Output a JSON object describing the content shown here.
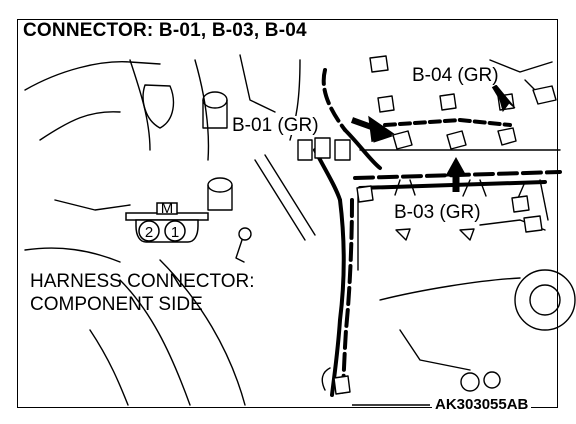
{
  "title": "CONNECTOR: B-01, B-03, B-04",
  "callouts": {
    "b04": "B-04 (GR)",
    "b01": "B-01 (GR)",
    "b03": "B-03 (GR)"
  },
  "harness_note": {
    "line1": "HARNESS CONNECTOR:",
    "line2": "COMPONENT SIDE"
  },
  "connector_face": {
    "tab": "M",
    "pins": [
      "2",
      "1"
    ]
  },
  "figure_code": "AK303055AB"
}
